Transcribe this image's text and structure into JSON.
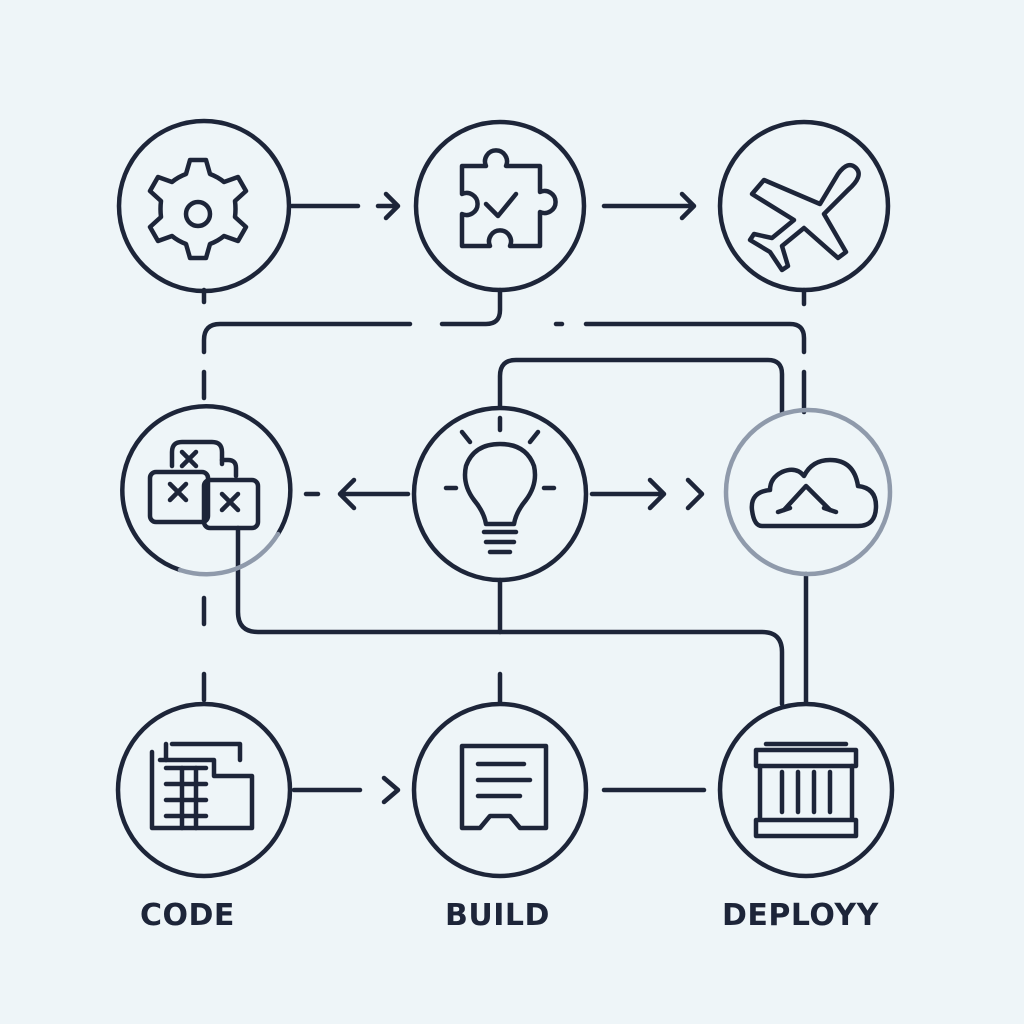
{
  "labels": {
    "code": "CODE",
    "build": "BUILD",
    "deploy": "DEPLOYY"
  },
  "colors": {
    "background": "#eef5f8",
    "stroke": "#1d2539",
    "muted_stroke": "#8f9aab"
  },
  "icons": [
    "gear-icon",
    "puzzle-check-icon",
    "airplane-icon",
    "boxes-icon",
    "lightbulb-icon",
    "cloud-icon",
    "documents-icon",
    "page-icon",
    "building-icon"
  ]
}
